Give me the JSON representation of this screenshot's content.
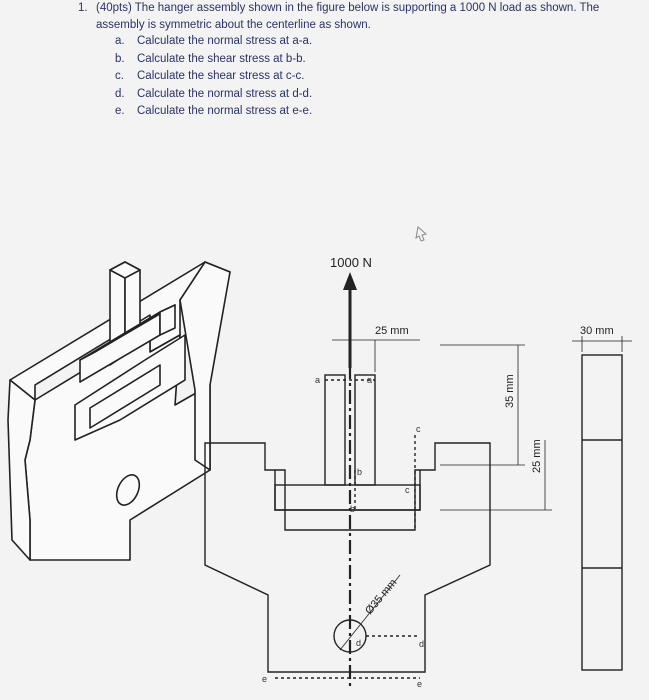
{
  "question": {
    "number": "1.",
    "stem": "(40pts) The hanger assembly shown in the figure below is supporting a 1000 N load as shown. The assembly is symmetric about the centerline as shown.",
    "parts": [
      {
        "label": "a.",
        "text": "Calculate the normal stress at a-a."
      },
      {
        "label": "b.",
        "text": "Calculate the shear stress at b-b."
      },
      {
        "label": "c.",
        "text": "Calculate the shear stress at c-c."
      },
      {
        "label": "d.",
        "text": "Calculate the normal stress at d-d."
      },
      {
        "label": "e.",
        "text": "Calculate the normal stress at e-e."
      }
    ]
  },
  "figure": {
    "load_label": "1000 N",
    "dim_top": "25 mm",
    "dim_side_top": "30 mm",
    "dim_35": "35 mm",
    "dim_25": "25 mm",
    "dim_hole": "Ø35 mm",
    "section_labels": {
      "a_left": "a",
      "a_right": "a",
      "b_top": "b",
      "b_bottom": "b",
      "c_top": "c",
      "c_bottom": "c",
      "d_left": "d",
      "d_right": "d",
      "e_left": "e",
      "e_right": "e"
    }
  }
}
